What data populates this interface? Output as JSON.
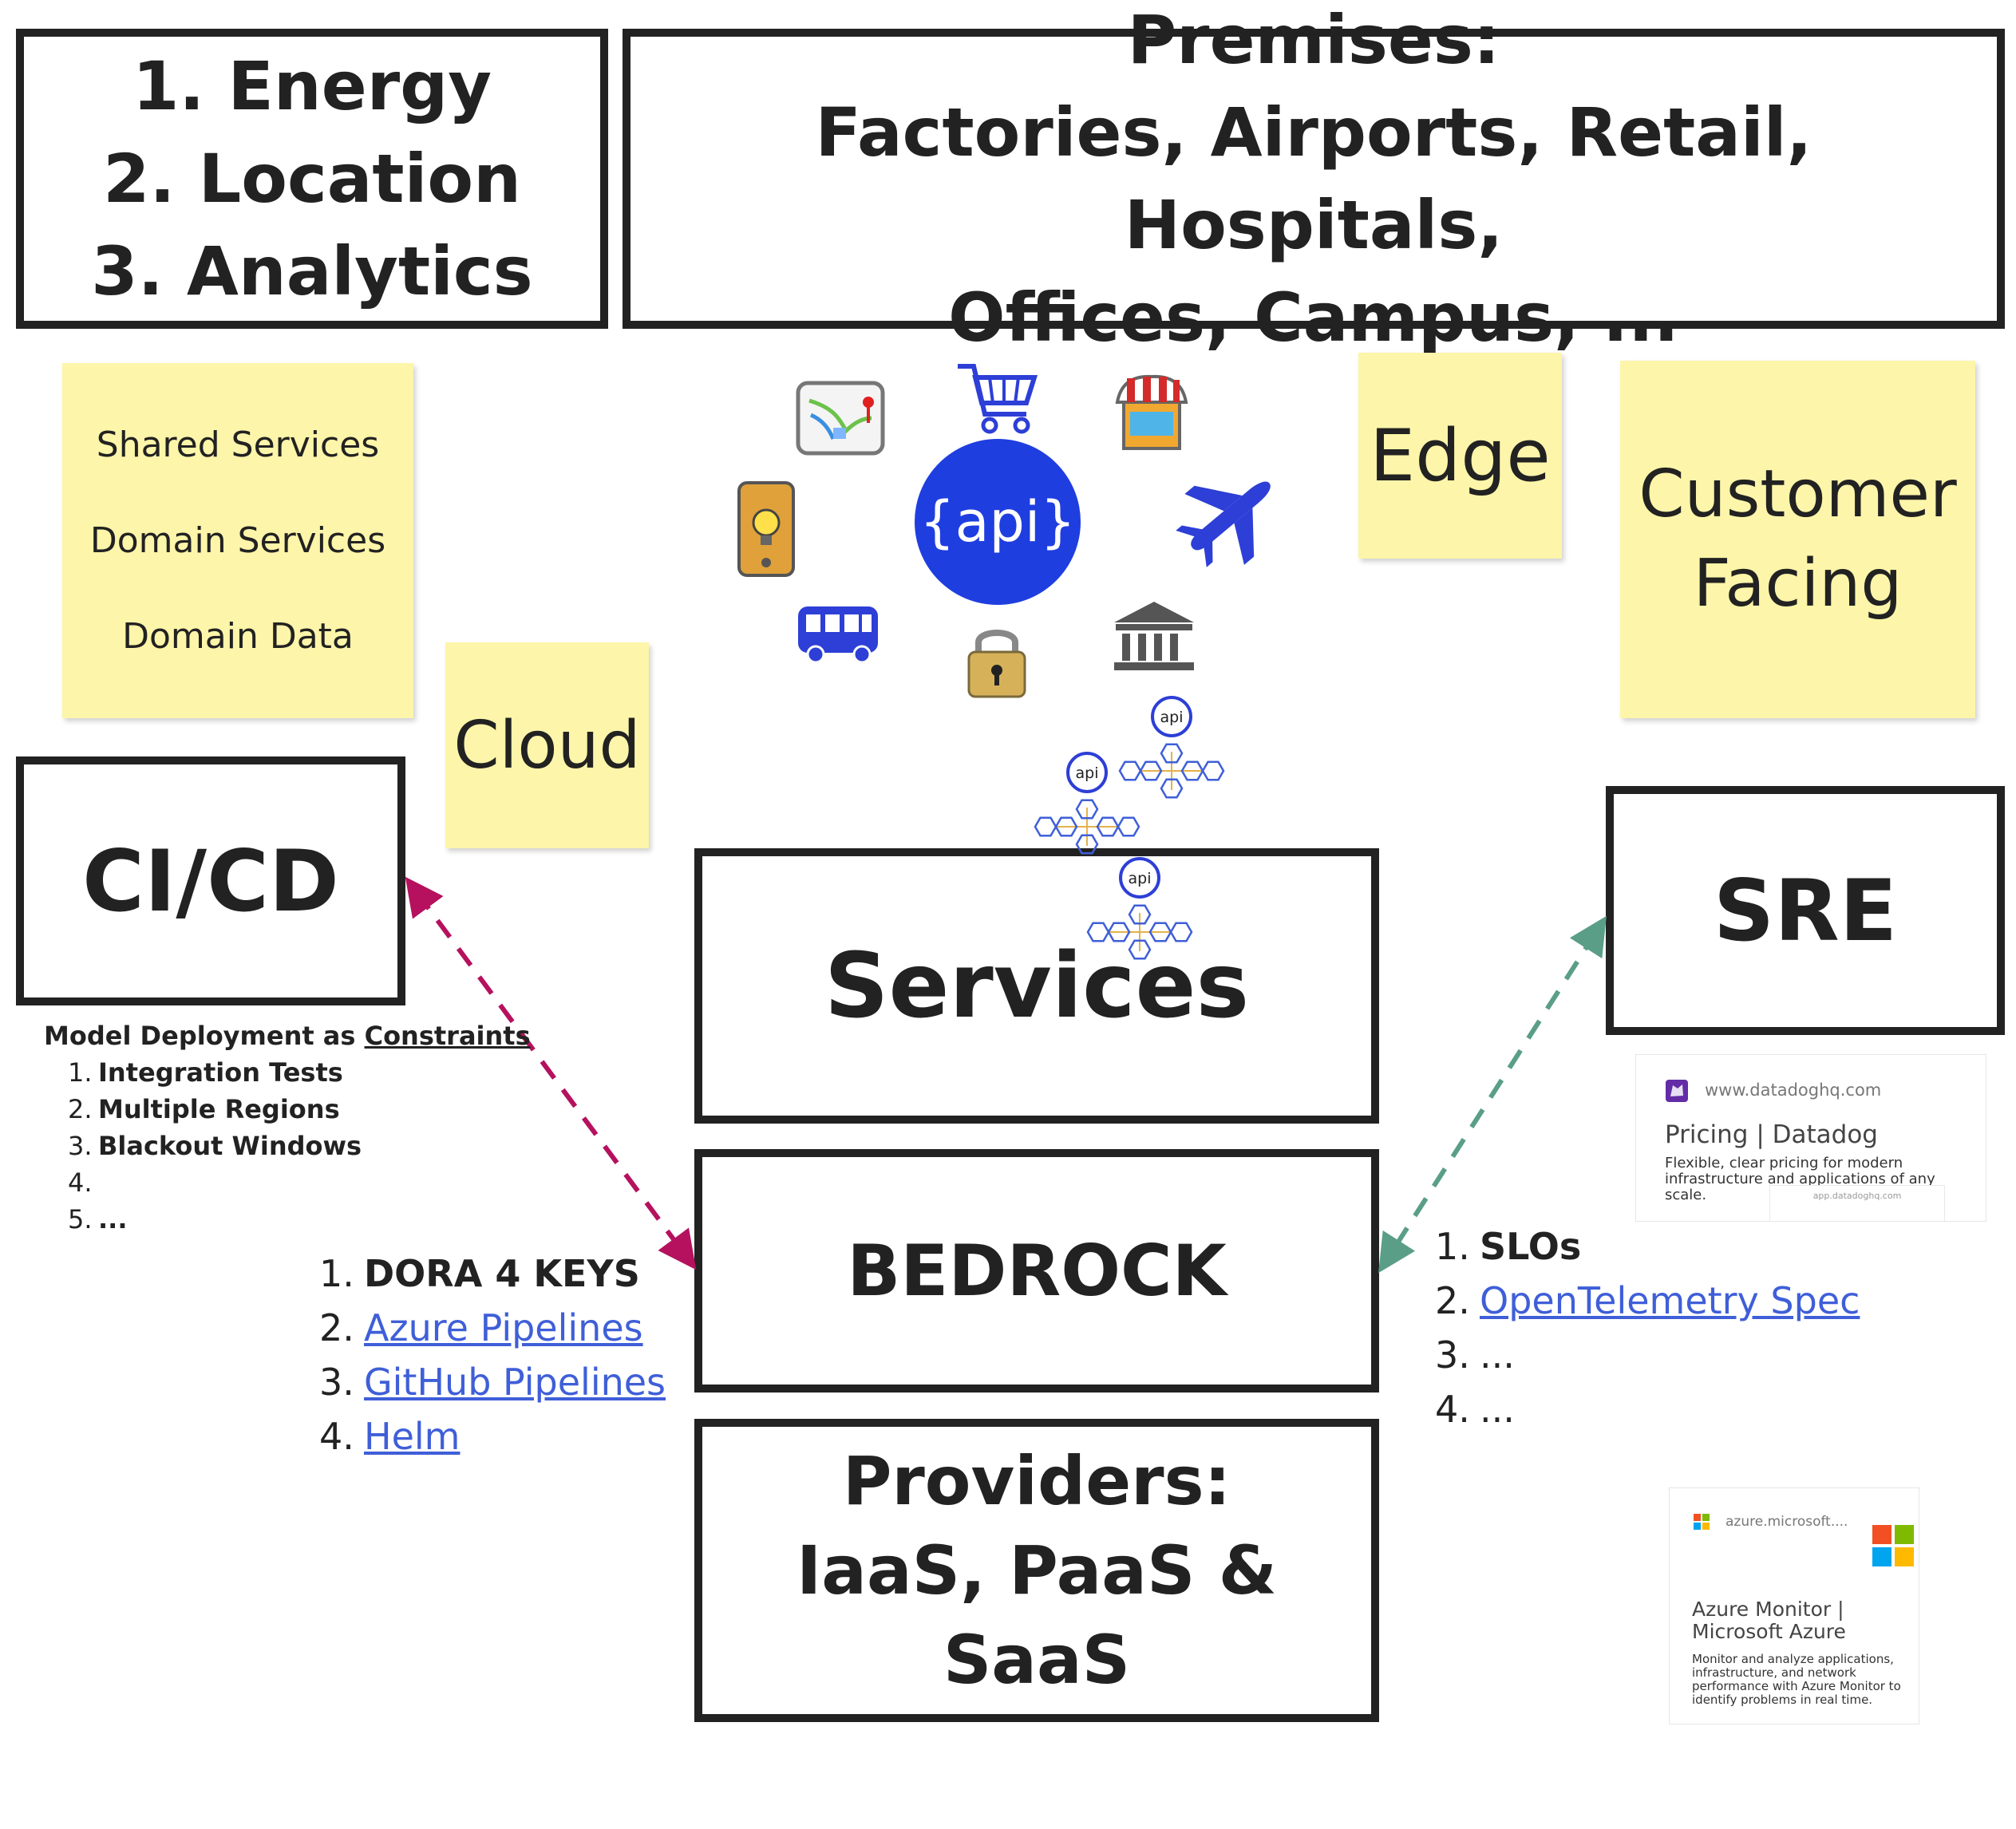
{
  "top_left_box": {
    "lines": [
      "1. Energy",
      "2. Location",
      "3. Analytics"
    ]
  },
  "premises_box": {
    "lines": [
      "Premises:",
      "Factories, Airports, Retail, Hospitals,",
      "Offices, Campus, ..."
    ]
  },
  "sticky_services": {
    "items": [
      "Shared Services",
      "Domain Services",
      "Domain Data"
    ]
  },
  "sticky_cloud": {
    "label": "Cloud"
  },
  "sticky_edge": {
    "label": "Edge"
  },
  "sticky_customer": {
    "lines": [
      "Customer",
      "Facing"
    ]
  },
  "api_hub": {
    "label": "{api}",
    "color": "#1f3ee0"
  },
  "api_small": {
    "label": "api"
  },
  "cicd_box": {
    "label": "CI/CD"
  },
  "sre_box": {
    "label": "SRE"
  },
  "services_box": {
    "label": "Services"
  },
  "bedrock_box": {
    "label": "BEDROCK"
  },
  "providers_box": {
    "lines": [
      "Providers:",
      "IaaS, PaaS & SaaS"
    ]
  },
  "model_deployment": {
    "title_prefix": "Model Deployment as ",
    "title_link": "Constraints",
    "items": [
      {
        "num": "1.",
        "text": "Integration Tests"
      },
      {
        "num": "2.",
        "text": "Multiple Regions"
      },
      {
        "num": "3.",
        "text": "Blackout Windows"
      },
      {
        "num": "4.",
        "text": ""
      },
      {
        "num": "5.",
        "text": "..."
      }
    ]
  },
  "cicd_list": [
    {
      "num": "1.",
      "text": "DORA 4 KEYS"
    },
    {
      "num": "2.",
      "text": "Azure Pipelines"
    },
    {
      "num": "3.",
      "text": "GitHub Pipelines"
    },
    {
      "num": "4.",
      "text": "Helm"
    }
  ],
  "sre_list": [
    {
      "num": "1.",
      "text": "SLOs"
    },
    {
      "num": "2.",
      "text": "OpenTelemetry Spec"
    },
    {
      "num": "3.",
      "text": "..."
    },
    {
      "num": "4.",
      "text": "..."
    }
  ],
  "datadog_card": {
    "domain": "www.datadoghq.com",
    "title": "Pricing | Datadog",
    "desc": "Flexible, clear pricing for modern infrastructure and applications of any scale.",
    "footer": "app.datadoghq.com"
  },
  "azure_card": {
    "domain": "azure.microsoft....",
    "title": "Azure Monitor | Microsoft Azure",
    "desc": "Monitor and analyze applications, infrastructure, and network performance with Azure Monitor to identify problems in real time."
  },
  "colors": {
    "cicd_arrow": "#b5115e",
    "sre_arrow": "#5a9e88",
    "sticky": "#fdf5a9",
    "link": "#3f5fd8"
  }
}
